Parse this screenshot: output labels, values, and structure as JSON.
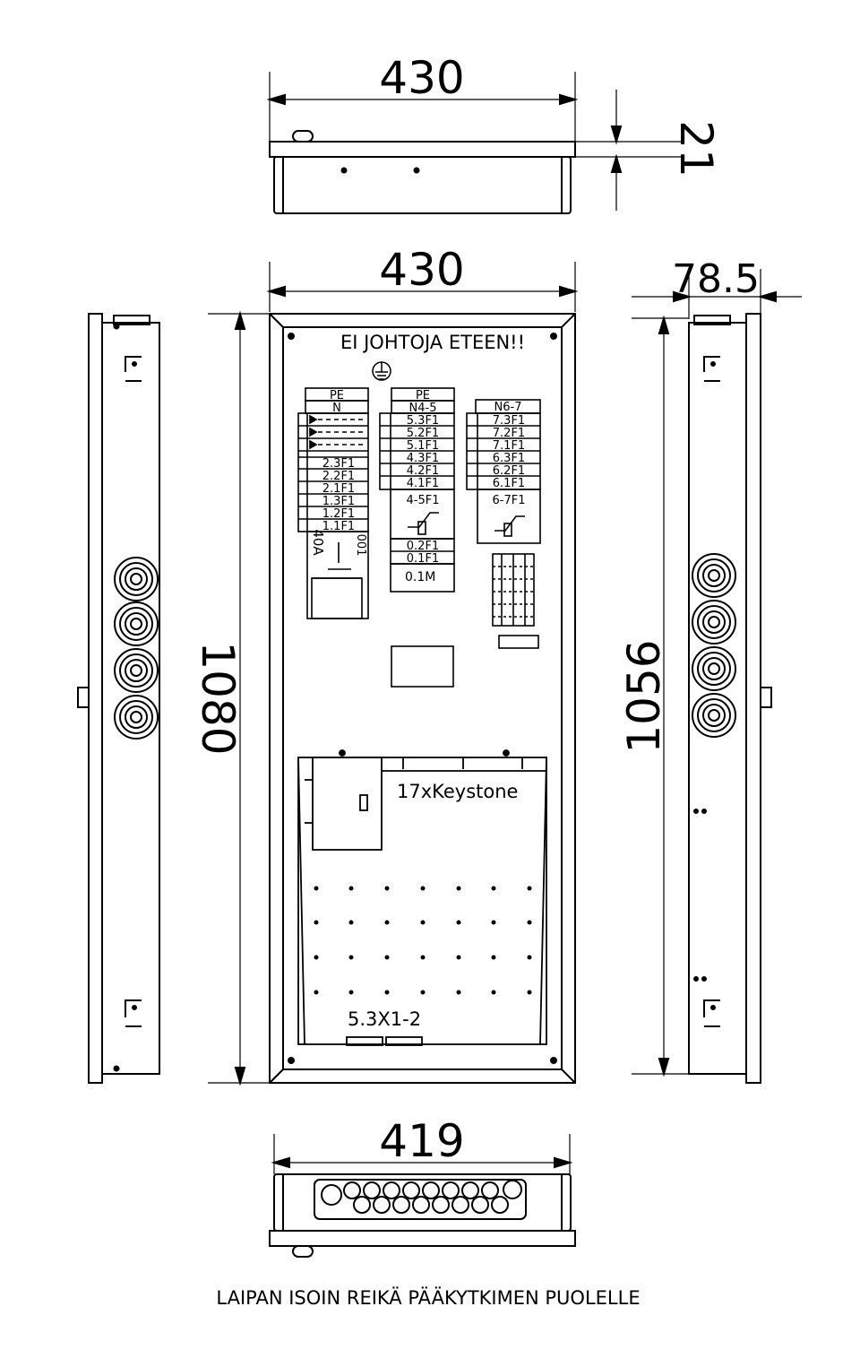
{
  "dimensions": {
    "top_width": "430",
    "lid_depth": "21",
    "front_width": "430",
    "side_depth": "78.5",
    "height_outer": "1080",
    "height_inner": "1056",
    "bottom_width": "419"
  },
  "front_panel": {
    "warning": "EI JOHTOJA ETEEN!!",
    "column1": {
      "header_top": "PE",
      "header_bottom": "N",
      "breakers": [
        "2.3F1",
        "2.2F1",
        "2.1F1",
        "1.3F1",
        "1.2F1",
        "1.1F1"
      ],
      "main_switch_rating": "40A",
      "main_switch_label": "001"
    },
    "column2": {
      "header_top": "PE",
      "header_bottom": "N4-5",
      "breakers": [
        "5.3F1",
        "5.2F1",
        "5.1F1",
        "4.3F1",
        "4.2F1",
        "4.1F1"
      ],
      "rcd_label": "4-5F1",
      "lower_breakers": [
        "0.2F1",
        "0.1F1"
      ],
      "meter_label": "0.1M"
    },
    "column3": {
      "header_top": "N6-7",
      "breakers": [
        "7.3F1",
        "7.2F1",
        "7.1F1",
        "6.3F1",
        "6.2F1",
        "6.1F1"
      ],
      "rcd_label": "6-7F1"
    },
    "keystone_label": "17xKeystone",
    "patch_label": "5.3X1-2"
  },
  "footer_note": "LAIPAN ISOIN REIKÄ PÄÄKYTKIMEN PUOLELLE"
}
